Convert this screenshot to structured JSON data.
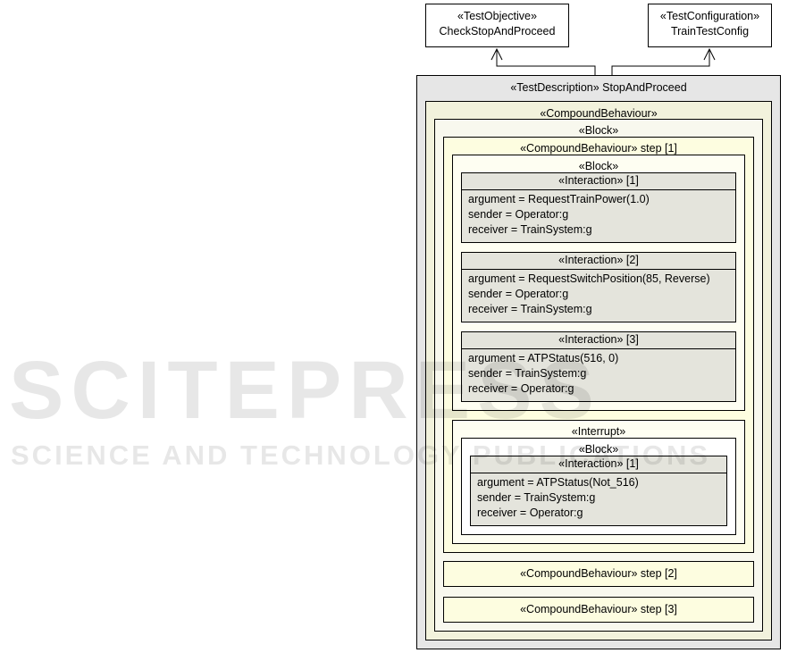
{
  "objective": {
    "stereotype": "«TestObjective»",
    "name": "CheckStopAndProceed"
  },
  "configuration": {
    "stereotype": "«TestConfiguration»",
    "name": "TrainTestConfig"
  },
  "description": {
    "title": "«TestDescription» StopAndProceed",
    "compound": "«CompoundBehaviour»",
    "block": "«Block»",
    "step1": {
      "title": "«CompoundBehaviour» step [1]",
      "block": "«Block»",
      "interactions": [
        {
          "title": "«Interaction» [1]",
          "argument": "argument = RequestTrainPower(1.0)",
          "sender": "sender = Operator:g",
          "receiver": "receiver = TrainSystem:g"
        },
        {
          "title": "«Interaction» [2]",
          "argument": "argument = RequestSwitchPosition(85, Reverse)",
          "sender": "sender = Operator:g",
          "receiver": "receiver = TrainSystem:g"
        },
        {
          "title": "«Interaction» [3]",
          "argument": "argument = ATPStatus(516, 0)",
          "sender": "sender = TrainSystem:g",
          "receiver": "receiver = Operator:g"
        }
      ],
      "interrupt": {
        "title": "«Interrupt»",
        "block": "«Block»",
        "interaction": {
          "title": "«Interaction» [1]",
          "argument": "argument = ATPStatus(Not_516)",
          "sender": "sender = TrainSystem:g",
          "receiver": "receiver = Operator:g"
        }
      }
    },
    "step2": "«CompoundBehaviour» step [2]",
    "step3": "«CompoundBehaviour» step [3]"
  },
  "watermark": {
    "line1": "SCITEPRESS",
    "line2": "SCIENCE AND TECHNOLOGY PUBLICATIONS"
  },
  "colors": {
    "description": "#e6e6e6",
    "compound": "#f2f2dc",
    "block": "#f8f8ee",
    "step": "#fdfde0",
    "interaction": "#e4e4dc"
  }
}
